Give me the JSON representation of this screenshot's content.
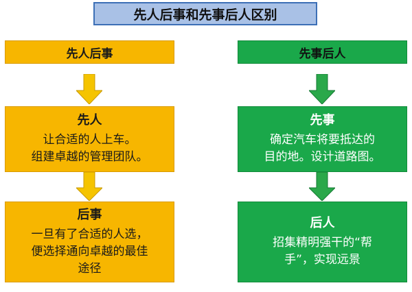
{
  "title": "先人后事和先事后人区别",
  "left": {
    "header": "先人后事",
    "card1": {
      "title": "先人",
      "lines": [
        "让合适的人上车。",
        "组建卓越的管理团队。"
      ]
    },
    "card2": {
      "title": "后事",
      "lines": [
        "一旦有了合适的人选，",
        "便选择通向卓越的最佳",
        "途径"
      ]
    }
  },
  "right": {
    "header": "先事后人",
    "card1": {
      "title": "先事",
      "lines": [
        "确定汽车将要抵达的",
        "目的地。设计道路图。"
      ]
    },
    "card2": {
      "title": "后人",
      "lines": [
        "招集精明强干的“帮",
        "手”，实现远景"
      ]
    }
  },
  "colors": {
    "title_bg": "#a9c1e6",
    "left_fill": "#f7b600",
    "right_fill": "#1aa84a",
    "arrow_left": "#f5c400",
    "arrow_right": "#2aa84a"
  }
}
